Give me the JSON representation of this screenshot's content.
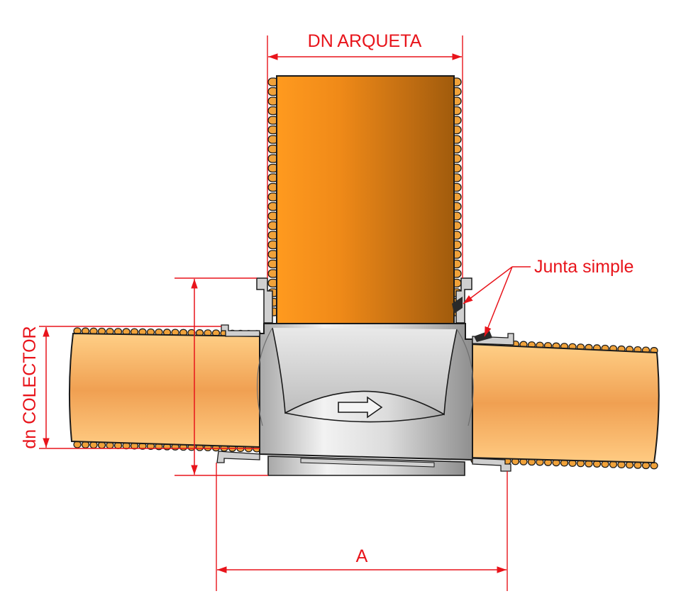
{
  "labels": {
    "dn_arqueta": "DN ARQUETA",
    "junta_simple": "Junta simple",
    "dn_colector": "dn COLECTOR",
    "a": "A"
  },
  "colors": {
    "dimension": "#e8141b",
    "pipe_orange_light": "#ffa640",
    "pipe_orange_dark": "#b06510",
    "pipe_corrugation": "#f0a23a",
    "fitting_grey_light": "#eeeeee",
    "fitting_grey_dark": "#9a9a9a",
    "outline": "#1a1a1a"
  }
}
